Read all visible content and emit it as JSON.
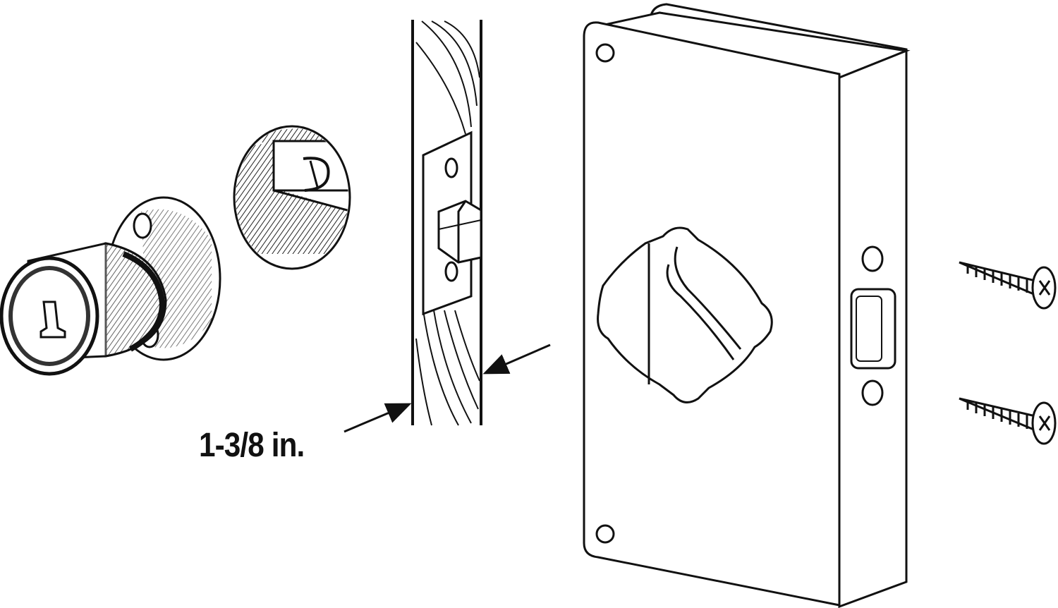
{
  "diagram": {
    "dimension_label": "1-3/8 in.",
    "parts": [
      "lock-cylinder",
      "latch-detail-inset",
      "door-edge-with-latch",
      "wrap-around-door-plate",
      "wood-screw-top",
      "wood-screw-bottom"
    ],
    "colors": {
      "line": "#111111",
      "background": "#ffffff",
      "shading": "#555555"
    }
  }
}
